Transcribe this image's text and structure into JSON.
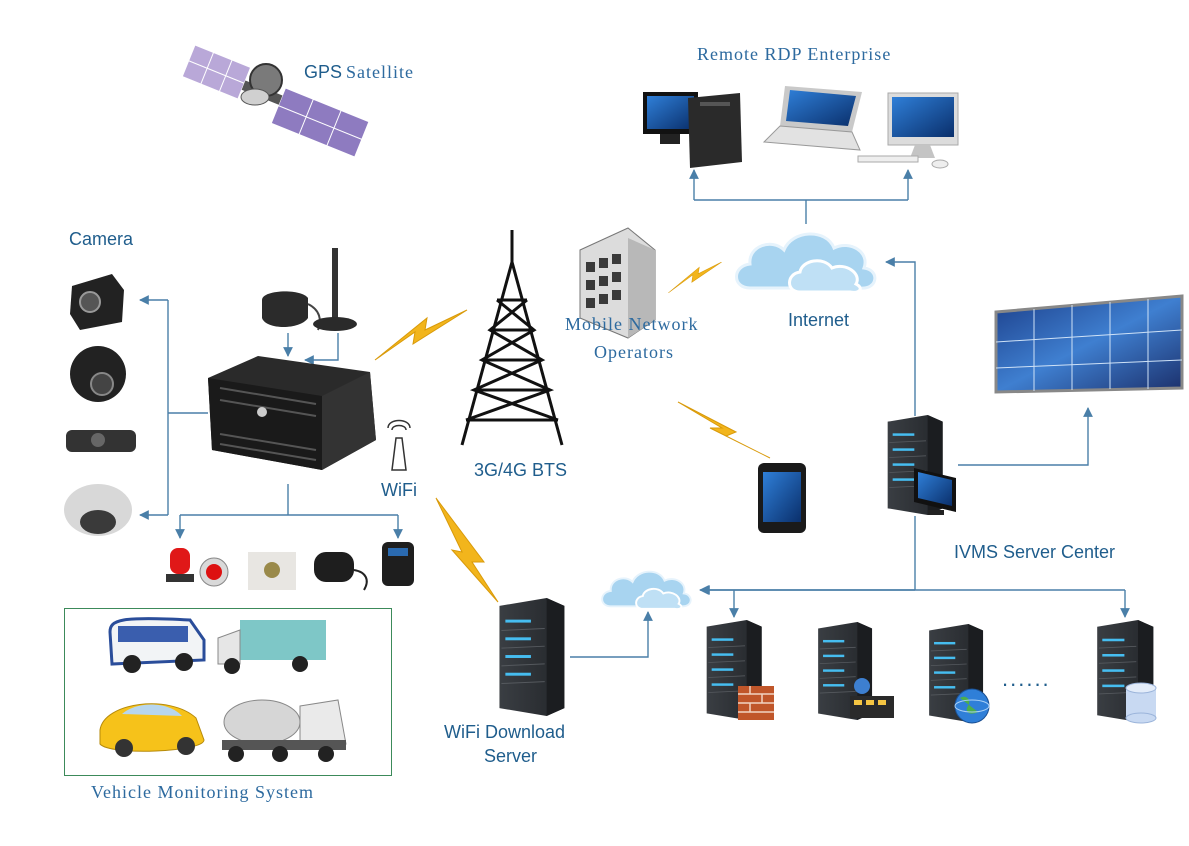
{
  "labels": {
    "gps_satellite_bold": "GPS",
    "gps_satellite_rest": "Satellite",
    "remote_rdp": "Remote RDP Enterprise",
    "camera": "Camera",
    "mobile_network_line1": "Mobile Network",
    "mobile_network_line2": "Operators",
    "internet": "Internet",
    "bts": "3G/4G  BTS",
    "wifi": "WiFi",
    "ivms_server_center": "IVMS  Server Center",
    "wifi_download_line1": "WiFi Download",
    "wifi_download_line2": "Server",
    "vehicle_monitoring_system": "Vehicle Monitoring System",
    "ellipsis": "......"
  },
  "colors": {
    "label_blue": "#2d6a9f",
    "connector": "#4a7fa8",
    "lightning": "#f2b51c",
    "cloud": "#a8d4f0",
    "server": "#2f3236",
    "box_border": "#3c8a5a"
  },
  "icons": [
    "satellite-icon",
    "desktop-computer-icon",
    "laptop-icon",
    "imac-icon",
    "cloud-icon",
    "office-building-icon",
    "cell-tower-icon",
    "lightning-icon",
    "mdvr-device-icon",
    "gps-antenna-icon",
    "4g-antenna-icon",
    "wifi-antenna-icon",
    "camera-icon",
    "alarm-light-icon",
    "panic-button-icon",
    "microphone-icon",
    "handset-icon",
    "smartphone-icon",
    "video-wall-icon",
    "server-icon",
    "firewall-icon",
    "media-icon",
    "globe-icon",
    "database-icon",
    "bus-icon",
    "truck-icon",
    "car-icon",
    "mixer-truck-icon"
  ]
}
